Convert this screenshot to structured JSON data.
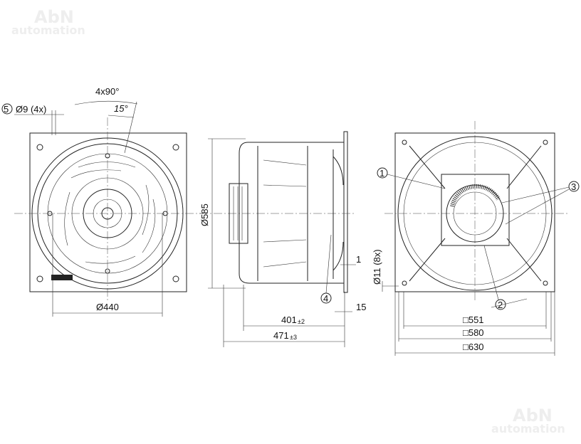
{
  "watermark": {
    "line1": "AbN",
    "line2": "automation"
  },
  "front_view": {
    "callout_5": "5",
    "hole_label": "Ø9 (4x)",
    "angle_label": "4x90°",
    "offset_angle_label": "15°",
    "diameter_label": "Ø440"
  },
  "side_view": {
    "height_label": "Ø585",
    "gap_label": "1",
    "flange_label": "15",
    "depth_inner_label": "401",
    "depth_inner_tol": "±2",
    "depth_total_label": "471",
    "depth_total_tol": "±3",
    "callout_4": "4"
  },
  "rear_view": {
    "hole_label": "Ø11 (8x)",
    "callout_1": "1",
    "callout_2": "2",
    "callout_3": "3",
    "dim_551": "□551",
    "dim_580": "□580",
    "dim_630": "□630"
  }
}
